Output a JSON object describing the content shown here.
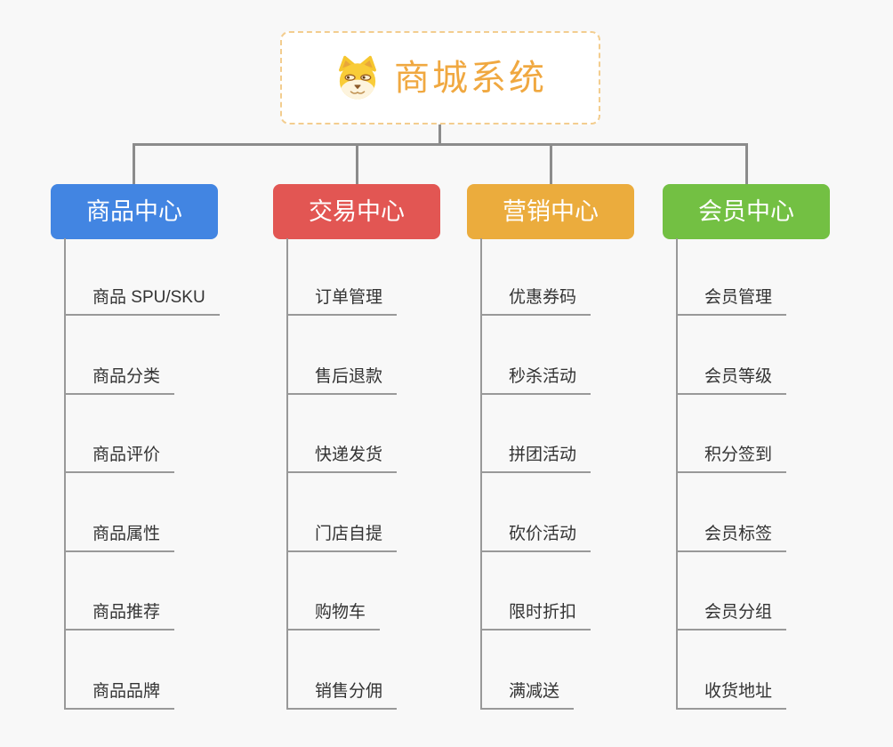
{
  "root": {
    "title": "商城系统",
    "icon": "doge-icon",
    "text_color": "#f0a840",
    "border_color": "#f3cd8f"
  },
  "colors": {
    "connector": "#8c8c8c",
    "item_line": "#999999",
    "item_text": "#333333",
    "background": "#f8f8f8"
  },
  "branches": [
    {
      "label": "商品中心",
      "color": "#4285e2",
      "items": [
        "商品 SPU/SKU",
        "商品分类",
        "商品评价",
        "商品属性",
        "商品推荐",
        "商品品牌"
      ]
    },
    {
      "label": "交易中心",
      "color": "#e25653",
      "items": [
        "订单管理",
        "售后退款",
        "快递发货",
        "门店自提",
        "购物车",
        "销售分佣"
      ]
    },
    {
      "label": "营销中心",
      "color": "#ebac3d",
      "items": [
        "优惠券码",
        "秒杀活动",
        "拼团活动",
        "砍价活动",
        "限时折扣",
        "满减送"
      ]
    },
    {
      "label": "会员中心",
      "color": "#73c043",
      "items": [
        "会员管理",
        "会员等级",
        "积分签到",
        "会员标签",
        "会员分组",
        "收货地址"
      ]
    }
  ]
}
